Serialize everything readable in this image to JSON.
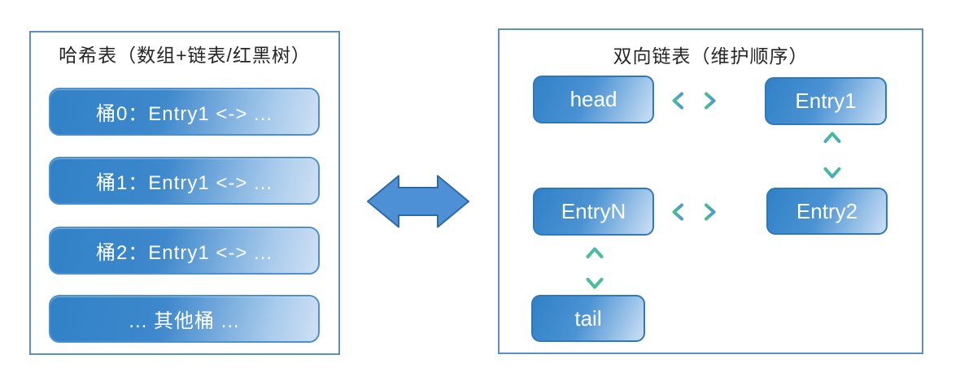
{
  "diagram": {
    "left_panel": {
      "title": "哈希表（数组+链表/红黑树）",
      "buckets": [
        {
          "label": "桶0：Entry1 <-> ..."
        },
        {
          "label": "桶1：Entry1 <-> ..."
        },
        {
          "label": "桶2：Entry1 <-> ..."
        },
        {
          "label": "... 其他桶 ..."
        }
      ]
    },
    "right_panel": {
      "title": "双向链表（维护顺序）",
      "nodes": [
        {
          "id": "head",
          "label": "head"
        },
        {
          "id": "entry1",
          "label": "Entry1"
        },
        {
          "id": "entryn",
          "label": "EntryN"
        },
        {
          "id": "entry2",
          "label": "Entry2"
        },
        {
          "id": "tail",
          "label": "tail"
        }
      ]
    },
    "connections": [
      {
        "from": "hash-table",
        "to": "linked-list",
        "style": "large-double-arrow"
      },
      {
        "from": "head",
        "to": "Entry1",
        "style": "double-arrow-horizontal"
      },
      {
        "from": "Entry1",
        "to": "Entry2",
        "style": "double-arrow-vertical"
      },
      {
        "from": "EntryN",
        "to": "Entry2",
        "style": "double-arrow-horizontal"
      },
      {
        "from": "EntryN",
        "to": "tail",
        "style": "double-arrow-vertical"
      }
    ],
    "colors": {
      "panel_border": "#5e8fbe",
      "shape_fill_dark": "#3181c7",
      "shape_fill_light": "#cfe0f4",
      "shape_border": "#2e79bd",
      "big_arrow_fill": "#4e90d5",
      "big_arrow_border": "#2d6aa6",
      "link_green": "#45c08d",
      "link_teal": "#4fb9b0",
      "link_blue": "#4f97d8",
      "title_text": "#262626",
      "shape_text": "#ffffff"
    }
  }
}
